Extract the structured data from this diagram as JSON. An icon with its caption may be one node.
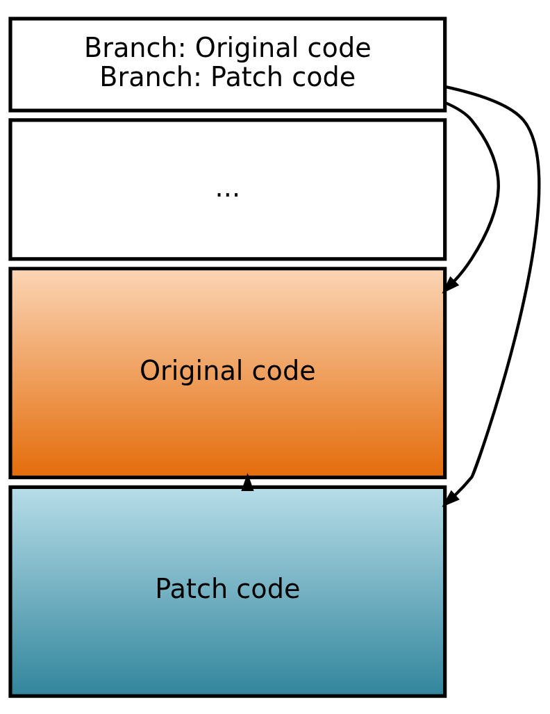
{
  "diagram": {
    "nodes": [
      {
        "text": [
          "Branch: Original code",
          "Branch: Patch code"
        ]
      },
      {
        "text": [
          "..."
        ]
      },
      {
        "text": [
          "Original code"
        ]
      },
      {
        "text": [
          "Patch code"
        ]
      }
    ],
    "edges": [
      {
        "from": 0,
        "to": 2,
        "arrow": "to"
      },
      {
        "from": 0,
        "to": 3,
        "arrow": "to"
      },
      {
        "from": 3,
        "to": 2,
        "arrow": "to"
      }
    ]
  }
}
